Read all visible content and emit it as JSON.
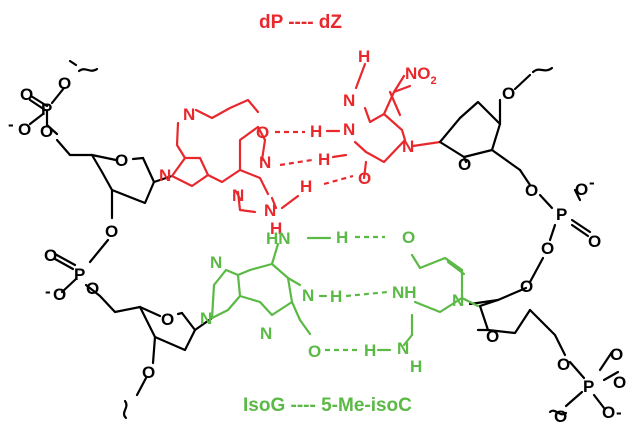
{
  "titles": {
    "top": "dP ---- dZ",
    "bottom": "IsoG ---- 5-Me-isoC"
  },
  "colors": {
    "top_pair": "#e8282c",
    "bottom_pair": "#5bb946",
    "backbone": "#000000"
  },
  "atoms": {
    "O": "O",
    "N": "N",
    "H": "H",
    "P": "P",
    "minus": "-",
    "nitro_main": "NO",
    "nitro_sub": "2",
    "amine_HN": "HN",
    "amine_NH": "NH"
  }
}
